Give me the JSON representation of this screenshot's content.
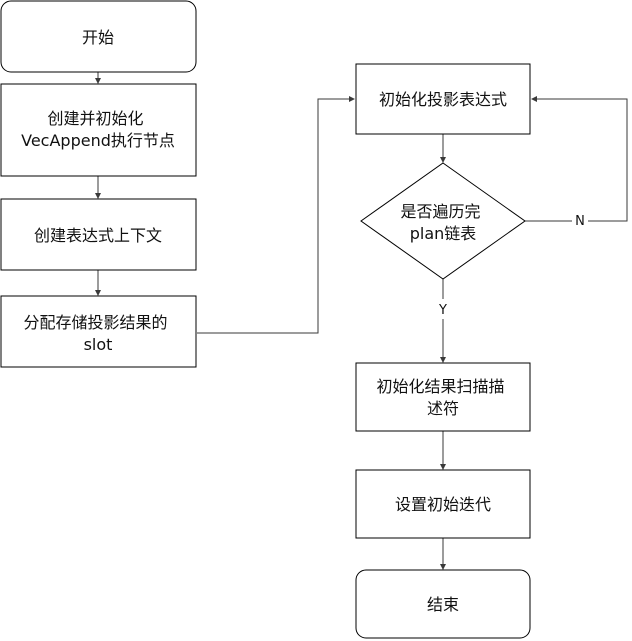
{
  "flowchart": {
    "nodes": {
      "start": {
        "lines": [
          "开始"
        ]
      },
      "create_node": {
        "lines": [
          "创建并初始化",
          "VecAppend执行节点"
        ]
      },
      "create_context": {
        "lines": [
          "创建表达式上下文"
        ]
      },
      "alloc_slot": {
        "lines": [
          "分配存储投影结果的",
          "slot"
        ]
      },
      "init_projection": {
        "lines": [
          "初始化投影表达式"
        ]
      },
      "decision": {
        "lines": [
          "是否遍历完",
          "plan链表"
        ]
      },
      "init_scan": {
        "lines": [
          "初始化结果扫描描",
          "述符"
        ]
      },
      "set_iter": {
        "lines": [
          "设置初始迭代"
        ]
      },
      "end": {
        "lines": [
          "结束"
        ]
      }
    },
    "edge_labels": {
      "no": "N",
      "yes": "Y"
    }
  }
}
